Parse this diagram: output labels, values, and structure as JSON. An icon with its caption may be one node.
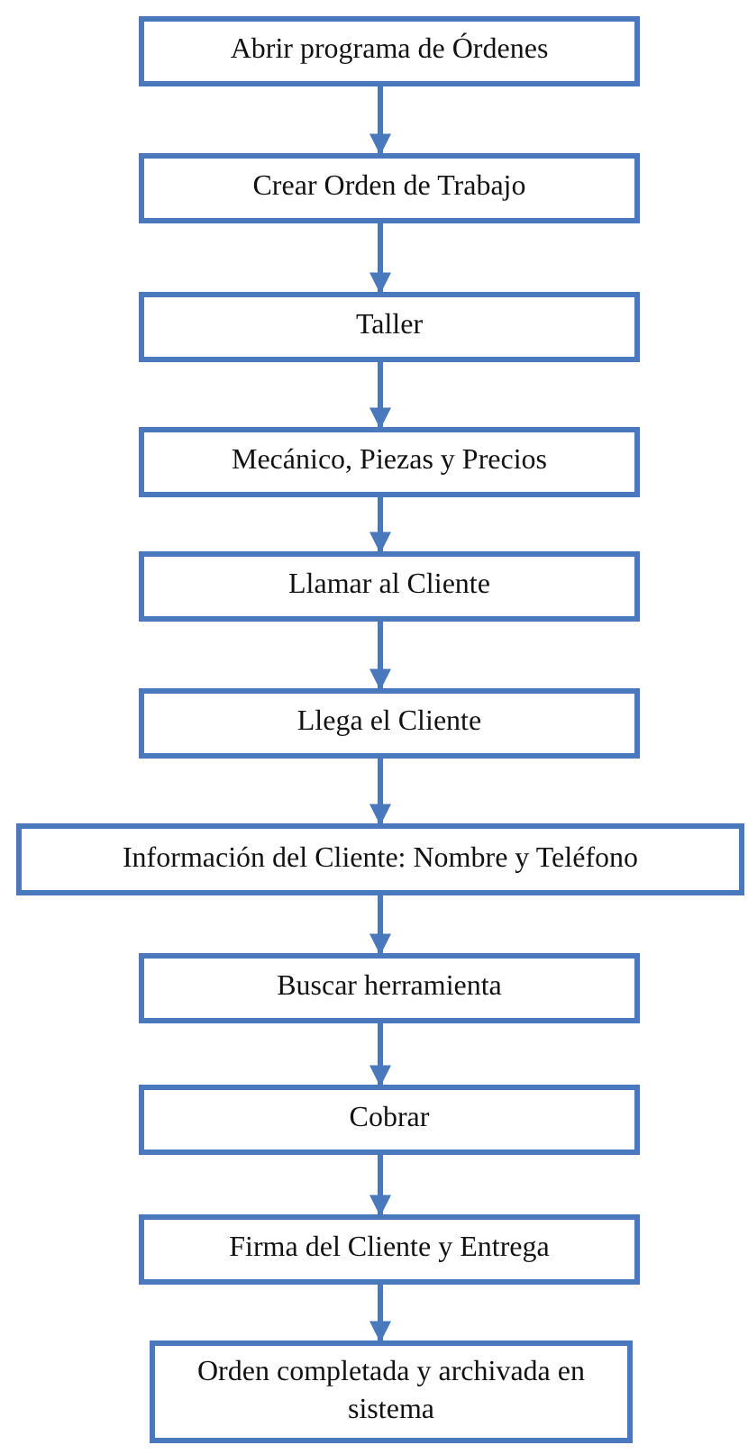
{
  "diagram": {
    "nodes": [
      {
        "text": [
          "Abrir programa de Órdenes"
        ]
      },
      {
        "text": [
          "Crear Orden de Trabajo"
        ]
      },
      {
        "text": [
          "Taller"
        ]
      },
      {
        "text": [
          "Mecánico, Piezas y Precios"
        ]
      },
      {
        "text": [
          "Llamar al Cliente"
        ]
      },
      {
        "text": [
          "Llega el Cliente"
        ]
      },
      {
        "text": [
          "Información del Cliente: Nombre y Teléfono"
        ]
      },
      {
        "text": [
          "Buscar herramienta"
        ]
      },
      {
        "text": [
          "Cobrar"
        ]
      },
      {
        "text": [
          "Firma del Cliente y Entrega"
        ]
      },
      {
        "text": [
          "Orden completada y archivada en sistema"
        ]
      }
    ],
    "edges": [
      {
        "from": 0,
        "to": 1,
        "arrow": "to"
      },
      {
        "from": 1,
        "to": 2,
        "arrow": "to"
      },
      {
        "from": 2,
        "to": 3,
        "arrow": "to"
      },
      {
        "from": 3,
        "to": 4,
        "arrow": "to"
      },
      {
        "from": 4,
        "to": 5,
        "arrow": "to"
      },
      {
        "from": 5,
        "to": 6,
        "arrow": "to"
      },
      {
        "from": 6,
        "to": 7,
        "arrow": "to"
      },
      {
        "from": 7,
        "to": 8,
        "arrow": "to"
      },
      {
        "from": 8,
        "to": 9,
        "arrow": "to"
      },
      {
        "from": 9,
        "to": 10,
        "arrow": "to"
      }
    ]
  }
}
